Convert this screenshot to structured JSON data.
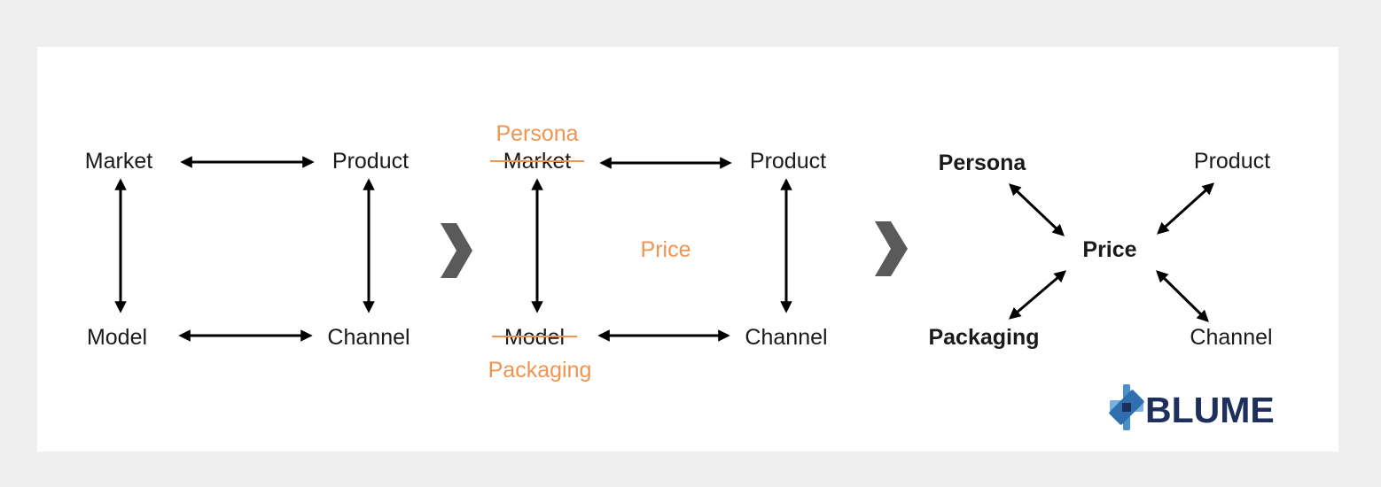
{
  "panel1": {
    "top_left": "Market",
    "top_right": "Product",
    "bottom_left": "Model",
    "bottom_right": "Channel"
  },
  "panel2": {
    "top_left_new": "Persona",
    "top_left_old": "Market",
    "top_right": "Product",
    "center": "Price",
    "bottom_left_old": "Model",
    "bottom_left_new": "Packaging",
    "bottom_right": "Channel"
  },
  "panel3": {
    "top_left": "Persona",
    "top_right": "Product",
    "center": "Price",
    "bottom_left": "Packaging",
    "bottom_right": "Channel"
  },
  "logo": {
    "text": "BLUME"
  },
  "colors": {
    "accent_orange": "#f0944f",
    "text": "#1a1a1a",
    "chevron": "#5a5a5a",
    "logo_navy": "#1e2f5c",
    "logo_blue": "#4a8fc8",
    "background": "#efefef",
    "card": "#ffffff"
  },
  "icons": [
    "next-chevron-icon",
    "blume-star-icon"
  ]
}
